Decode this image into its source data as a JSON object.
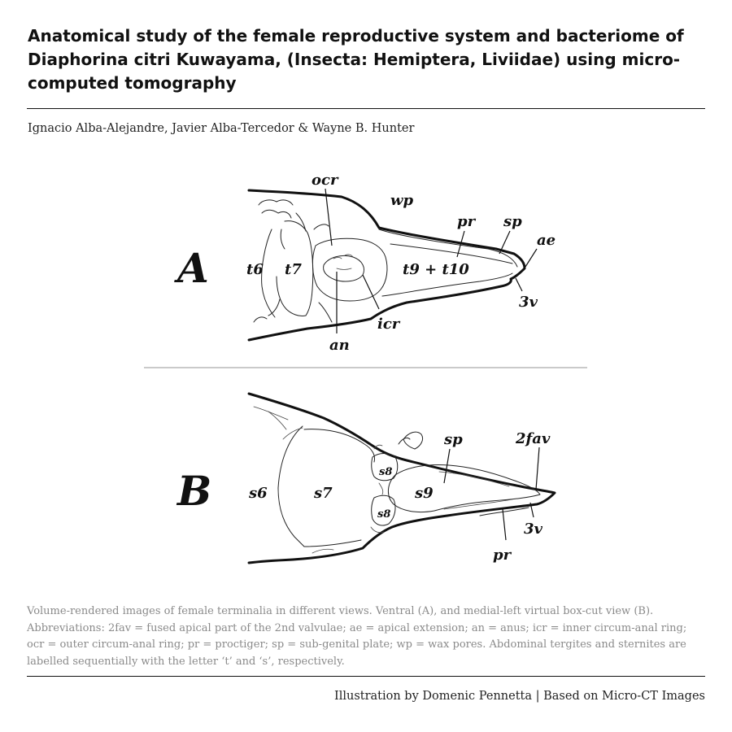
{
  "header": {
    "title": "Anatomical study of the female reproductive system and bacteriome of Diaphorina citri Kuwayama, (Insecta: Hemiptera, Liviidae) using micro-computed tomography",
    "authors": "Ignacio Alba-Alejandre, Javier Alba-Tercedor & Wayne B. Hunter"
  },
  "figure": {
    "panel_a": {
      "letter": "A",
      "labels": {
        "ocr": "ocr",
        "wp": "wp",
        "pr": "pr",
        "sp": "sp",
        "ae": "ae",
        "t6": "t6",
        "t7": "t7",
        "t9_t10": "t9 + t10",
        "v3": "3v",
        "icr": "icr",
        "an": "an"
      }
    },
    "panel_b": {
      "letter": "B",
      "labels": {
        "sp": "sp",
        "fav2": "2fav",
        "s6": "s6",
        "s7": "s7",
        "s8_top": "s8",
        "s8_bottom": "s8",
        "s9": "s9",
        "v3": "3v",
        "pr": "pr"
      }
    }
  },
  "caption": {
    "text": "Volume-rendered images of female terminalia in different views. Ventral (A), and medial-left virtual box-cut view (B). Abbreviations: 2fav = fused apical part of the 2nd valvulae; ae = apical extension; an = anus; icr = inner circum-anal ring; ocr = outer circum-anal ring; pr = proctiger; sp = sub-genital plate; wp = wax pores. Abdominal tergites and sternites are labelled sequentially with the letter ‘t’ and ‘s’, respectively."
  },
  "footer": {
    "credit": "Illustration by Domenic Pennetta | Based on Micro-CT Images"
  }
}
